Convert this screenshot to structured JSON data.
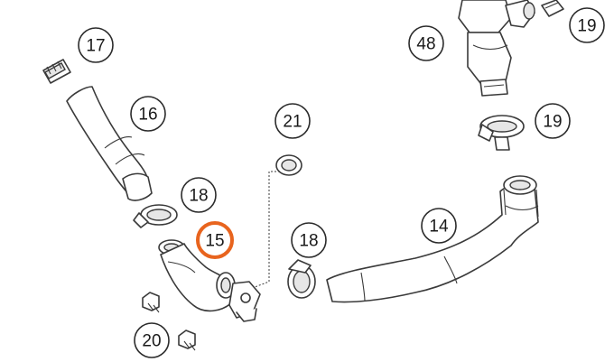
{
  "diagram": {
    "highlight_color": "#e8641e",
    "callouts": {
      "c17": "17",
      "c16": "16",
      "c18a": "18",
      "c15": "15",
      "c21": "21",
      "c18b": "18",
      "c14": "14",
      "c48": "48",
      "c19a": "19",
      "c19b": "19",
      "c20": "20"
    }
  }
}
